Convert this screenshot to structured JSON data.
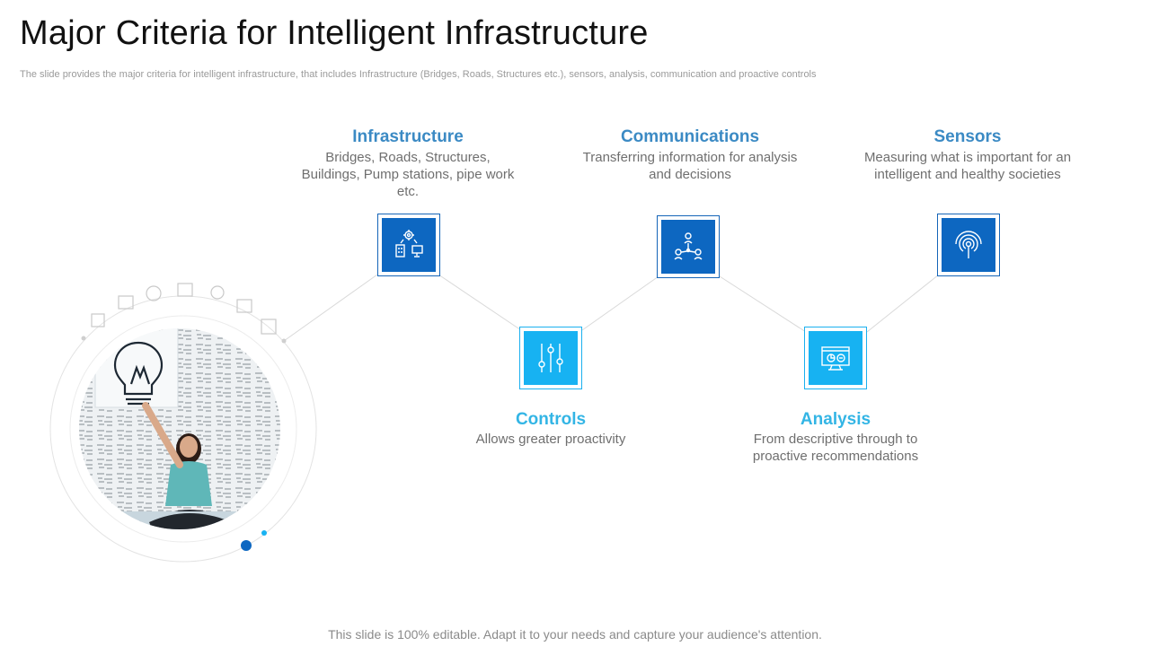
{
  "header": {
    "title": "Major Criteria for Intelligent Infrastructure",
    "subtitle": "The slide provides the major criteria for intelligent infrastructure, that includes Infrastructure (Bridges, Roads, Structures etc.), sensors, analysis, communication and proactive controls"
  },
  "nodes": {
    "infrastructure": {
      "title": "Infrastructure",
      "desc": "Bridges, Roads, Structures, Buildings, Pump stations, pipe work etc.",
      "icon": "infrastructure-icon"
    },
    "communications": {
      "title": "Communications",
      "desc": "Transferring information for analysis and decisions",
      "icon": "network-icon"
    },
    "sensors": {
      "title": "Sensors",
      "desc": "Measuring what is important for an intelligent and healthy societies",
      "icon": "signal-icon"
    },
    "controls": {
      "title": "Controls",
      "desc": "Allows greater proactivity",
      "icon": "sliders-icon"
    },
    "analysis": {
      "title": "Analysis",
      "desc": "From descriptive through to proactive recommendations",
      "icon": "monitor-chart-icon"
    }
  },
  "colors": {
    "dark_blue": "#0d67c1",
    "light_blue": "#17b2f2",
    "title_dark": "#3b8ac4",
    "title_light": "#33b5e5"
  },
  "footer": {
    "text": "This slide is 100% editable. Adapt it to your needs and capture your audience's attention."
  }
}
